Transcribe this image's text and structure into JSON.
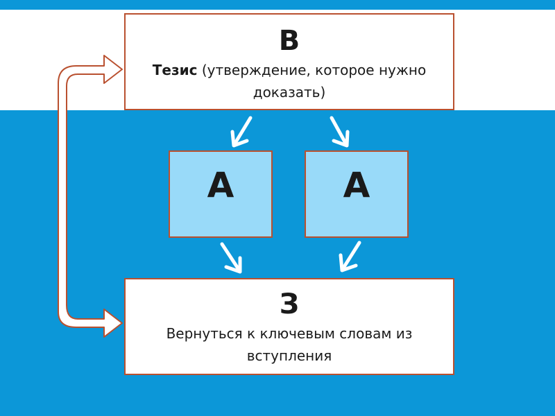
{
  "top_box": {
    "letter": "В",
    "bold_text": "Тезис",
    "text": " (утверждение, которое нужно доказать)"
  },
  "middle_boxes": [
    {
      "letter": "А"
    },
    {
      "letter": "А"
    }
  ],
  "bottom_box": {
    "letter": "З",
    "text": "Вернуться к ключевым словам из вступления"
  },
  "colors": {
    "background_blue": "#0c97d8",
    "box_border": "#b9502f",
    "box_light_fill": "#99daf9",
    "arrow_white": "#ffffff"
  }
}
